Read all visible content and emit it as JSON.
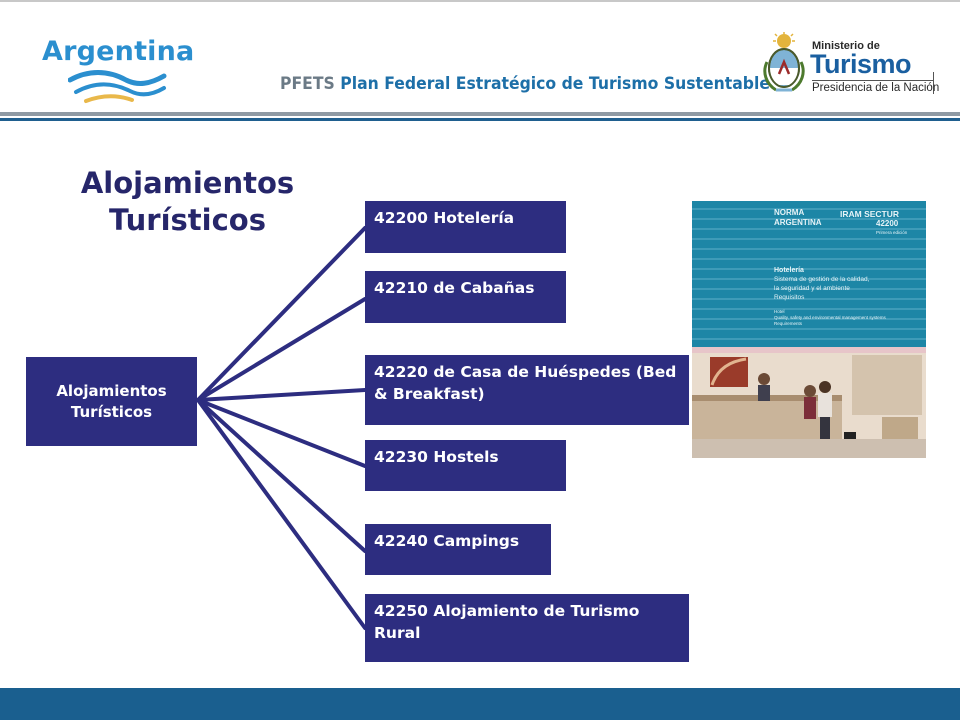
{
  "header": {
    "brand": "Argentina",
    "pfets_acronym": "PFETS",
    "pfets_name": "Plan Federal Estratégico de Turismo Sustentable",
    "ministry_small": "Ministerio de",
    "ministry_big": "Turismo",
    "ministry_sub": "Presidencia de la Nación"
  },
  "slide": {
    "title_line1": "Alojamientos",
    "title_line2": "Turísticos"
  },
  "diagram": {
    "root": {
      "line1": "Alojamientos",
      "line2": "Turísticos"
    },
    "children": [
      "42200 Hotelería",
      "42210 de Cabañas",
      "42220 de Casa de Huéspedes (Bed & Breakfast)",
      "42230 Hostels",
      "42240 Campings",
      "42250 Alojamiento de Turismo Rural"
    ]
  },
  "cover": {
    "norma_line1": "NORMA",
    "norma_line2": "ARGENTINA",
    "iram": "IRAM SECTUR",
    "number": "42200",
    "edition": "Primera edición",
    "heading": "Hotelería",
    "sub1": "Sistema de gestión de la calidad,",
    "sub2": "la seguridad y el ambiente",
    "sub3": "Requisitos",
    "en1": "Hotel",
    "en2": "Quality, safety and environmental management systems",
    "en3": "Requirements"
  },
  "colors": {
    "box": "#2d2d80",
    "connector": "#2d2d80",
    "title": "#26266a",
    "brand": "#2b8fcf",
    "footer": "#1a5f8f"
  }
}
